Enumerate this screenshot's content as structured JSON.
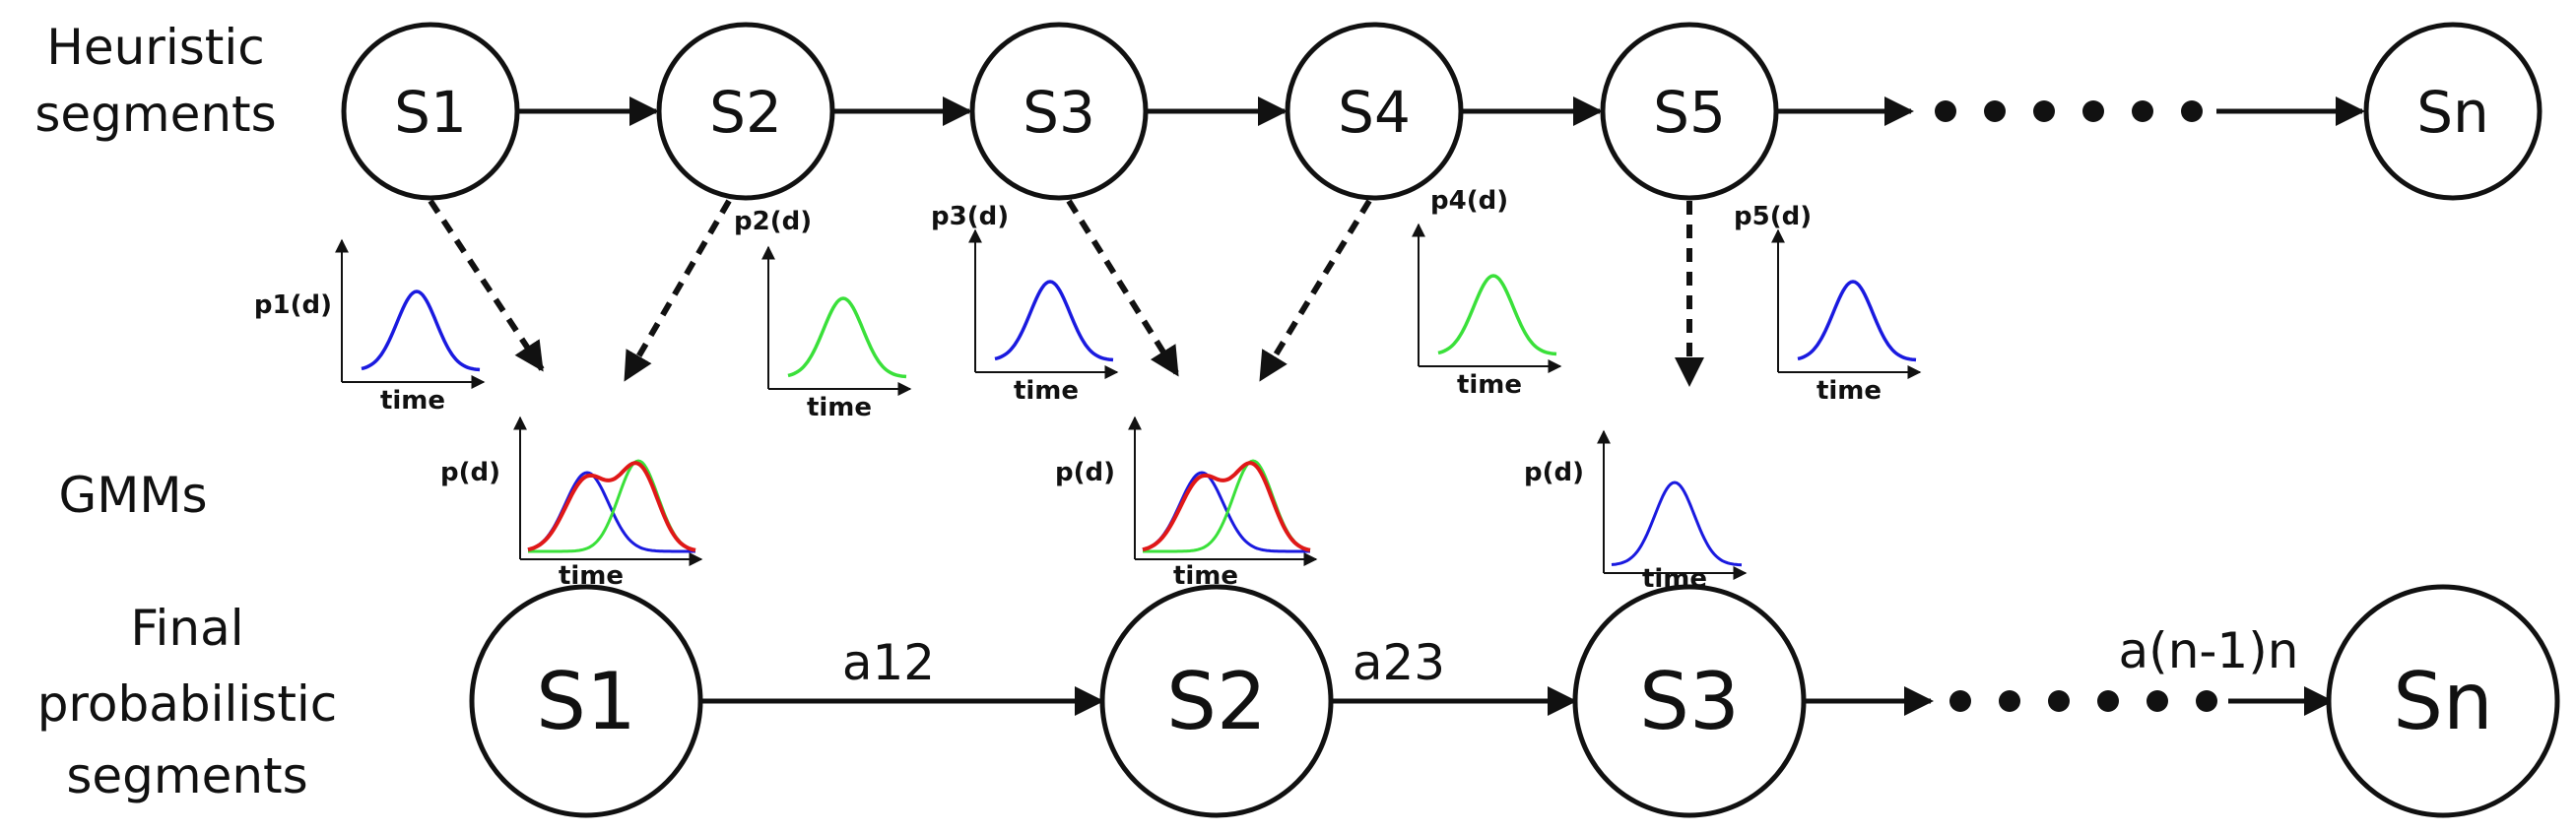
{
  "row_labels": {
    "heuristic": [
      "Heuristic",
      "segments"
    ],
    "gmm": "GMMs",
    "final": [
      "Final",
      "probabilistic",
      "segments"
    ]
  },
  "heuristic_nodes": [
    "S1",
    "S2",
    "S3",
    "S4",
    "S5",
    "Sn"
  ],
  "final_nodes": [
    "S1",
    "S2",
    "S3",
    "Sn"
  ],
  "transitions": [
    "a12",
    "a23",
    "a(n-1)n"
  ],
  "segment_plots": [
    {
      "ylabel": "p1(d)",
      "xlabel": "time",
      "color": "#1a1adf"
    },
    {
      "ylabel": "p2(d)",
      "xlabel": "time",
      "color": "#3ae03a"
    },
    {
      "ylabel": "p3(d)",
      "xlabel": "time",
      "color": "#1a1adf"
    },
    {
      "ylabel": "p4(d)",
      "xlabel": "time",
      "color": "#3ae03a"
    },
    {
      "ylabel": "p5(d)",
      "xlabel": "time",
      "color": "#1a1adf"
    }
  ],
  "gmm_plots": [
    {
      "ylabel": "p(d)",
      "xlabel": "time",
      "components": [
        "#1a1adf",
        "#3ae03a"
      ],
      "mixture_color": "#e01818"
    },
    {
      "ylabel": "p(d)",
      "xlabel": "time",
      "components": [
        "#1a1adf",
        "#3ae03a"
      ],
      "mixture_color": "#e01818"
    },
    {
      "ylabel": "p(d)",
      "xlabel": "time",
      "components": [
        "#1a1adf"
      ],
      "mixture_color": null
    }
  ]
}
